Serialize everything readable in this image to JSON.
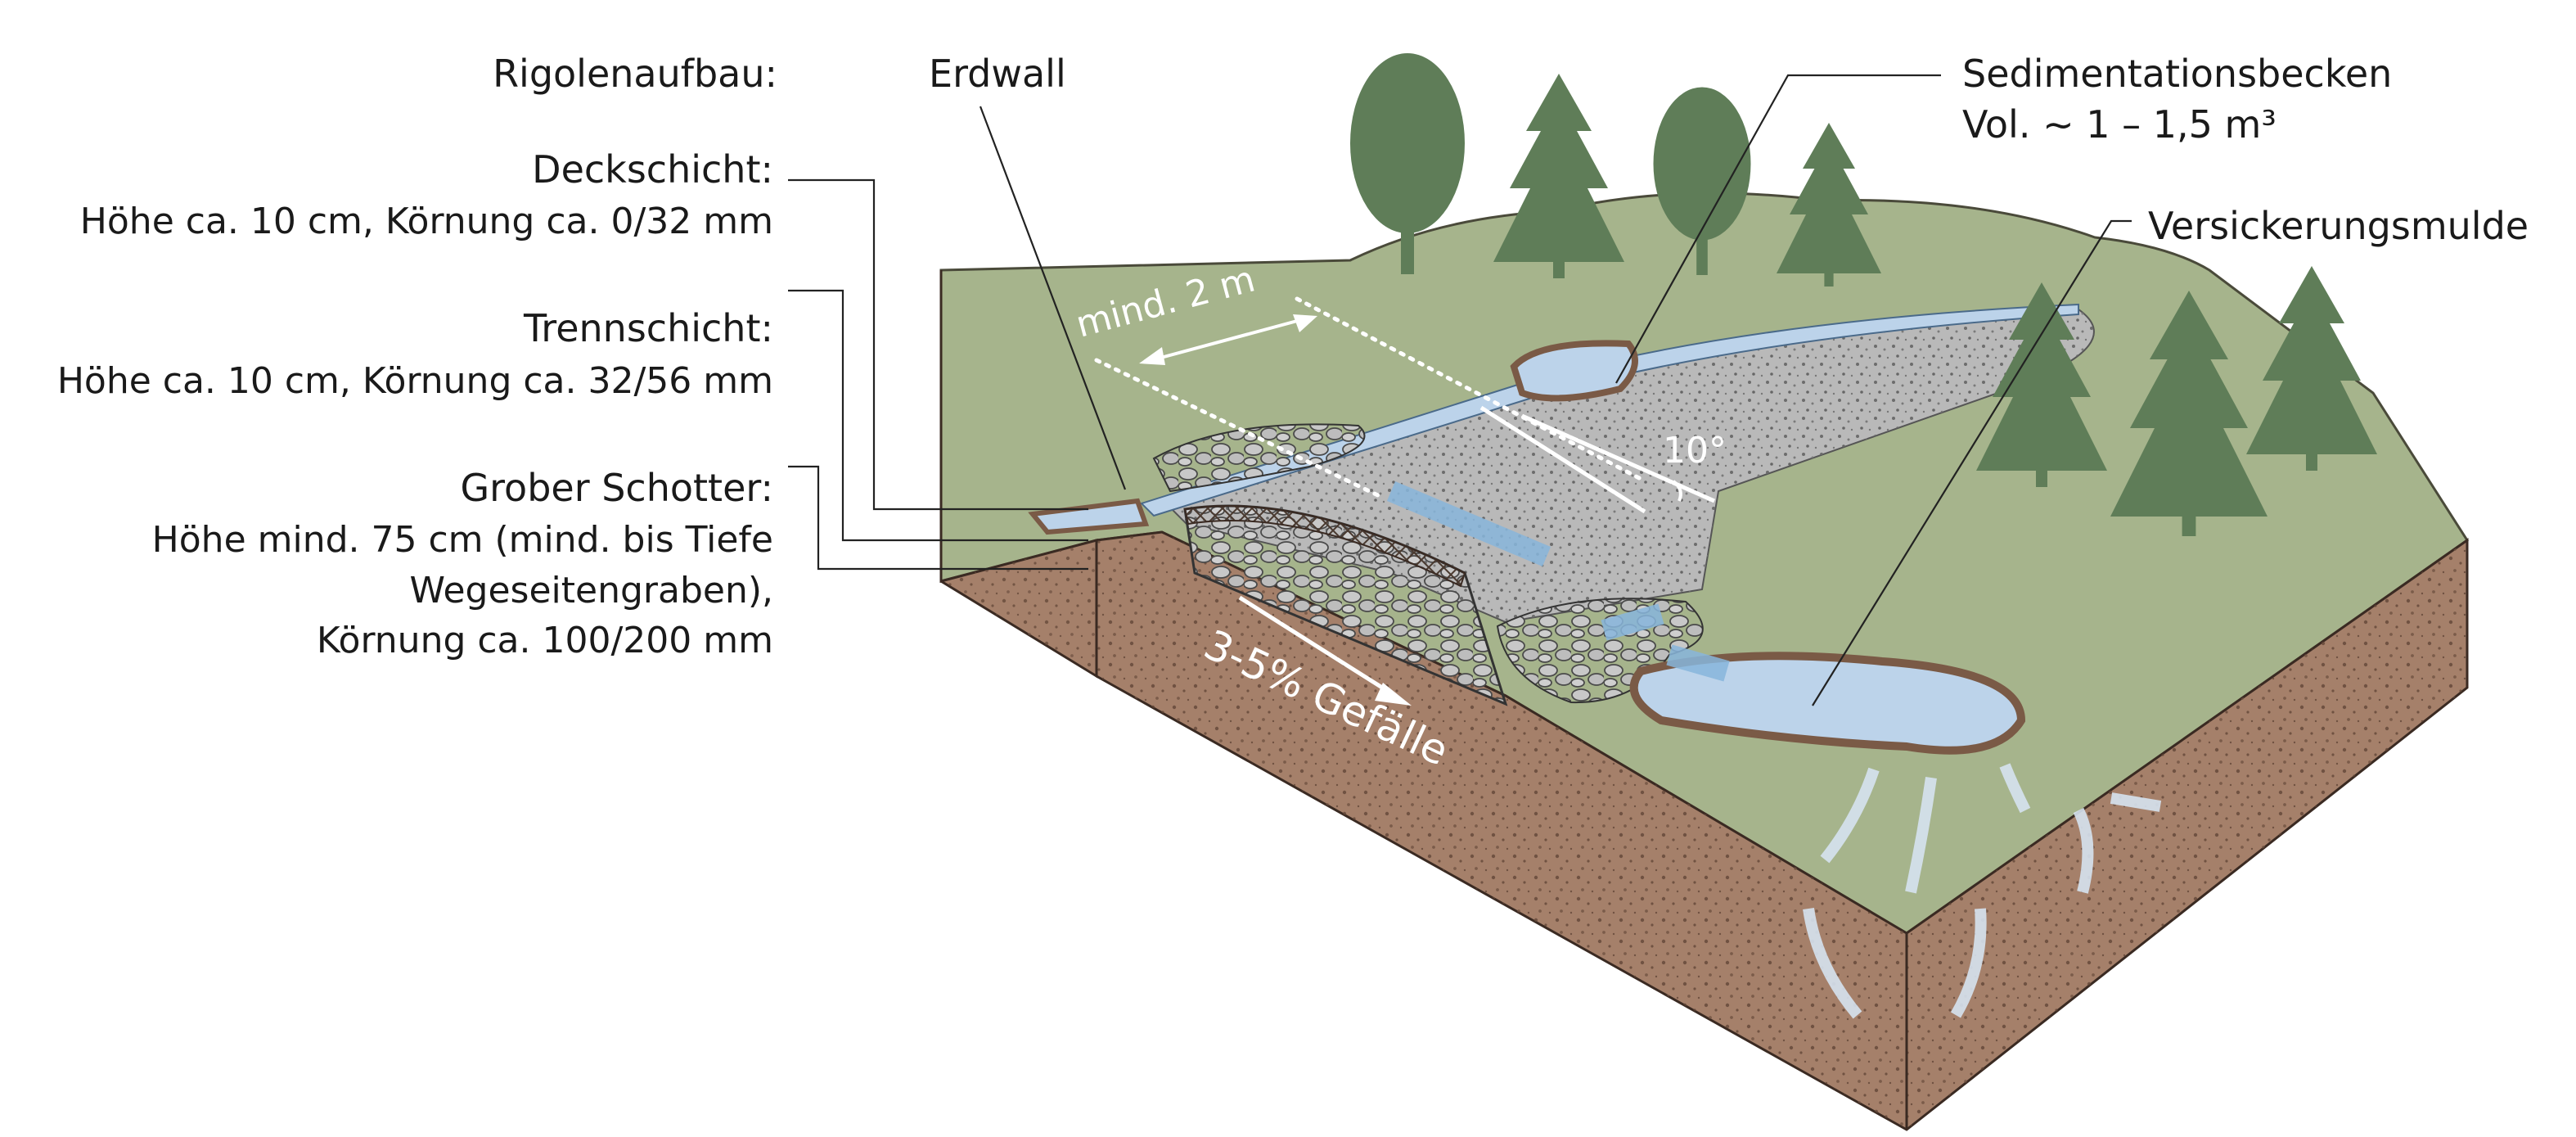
{
  "legend": {
    "heading": "Rigolenaufbau:",
    "layers": [
      {
        "title": "Deckschicht:",
        "lines": [
          "Höhe ca. 10 cm, Körnung ca. 0/32 mm"
        ]
      },
      {
        "title": "Trennschicht:",
        "lines": [
          "Höhe ca. 10 cm, Körnung ca. 32/56 mm"
        ]
      },
      {
        "title": "Grober Schotter:",
        "lines": [
          "Höhe mind. 75 cm (mind. bis Tiefe",
          "Wegeseitengraben),",
          "Körnung ca. 100/200 mm"
        ]
      }
    ]
  },
  "callouts": {
    "erdwall": "Erdwall",
    "sediment_title": "Sedimentationsbecken",
    "sediment_volume": "Vol. ~ 1 – 1,5 m³",
    "mulde": "Versickerungsmulde"
  },
  "dimensions": {
    "width": "mind. 2 m",
    "angle": "10°",
    "slope": "3-5% Gefälle"
  },
  "colors": {
    "grass": "#a6b48c",
    "grass_dark": "#8f9e78",
    "soil": "#a5806a",
    "soil_dark": "#8a6552",
    "gravel": "#b9b9b9",
    "water": "#bcd3ea",
    "flow_arrow": "#88b6dc",
    "tree": "#5f7d58",
    "stone": "#c6c6c6"
  }
}
